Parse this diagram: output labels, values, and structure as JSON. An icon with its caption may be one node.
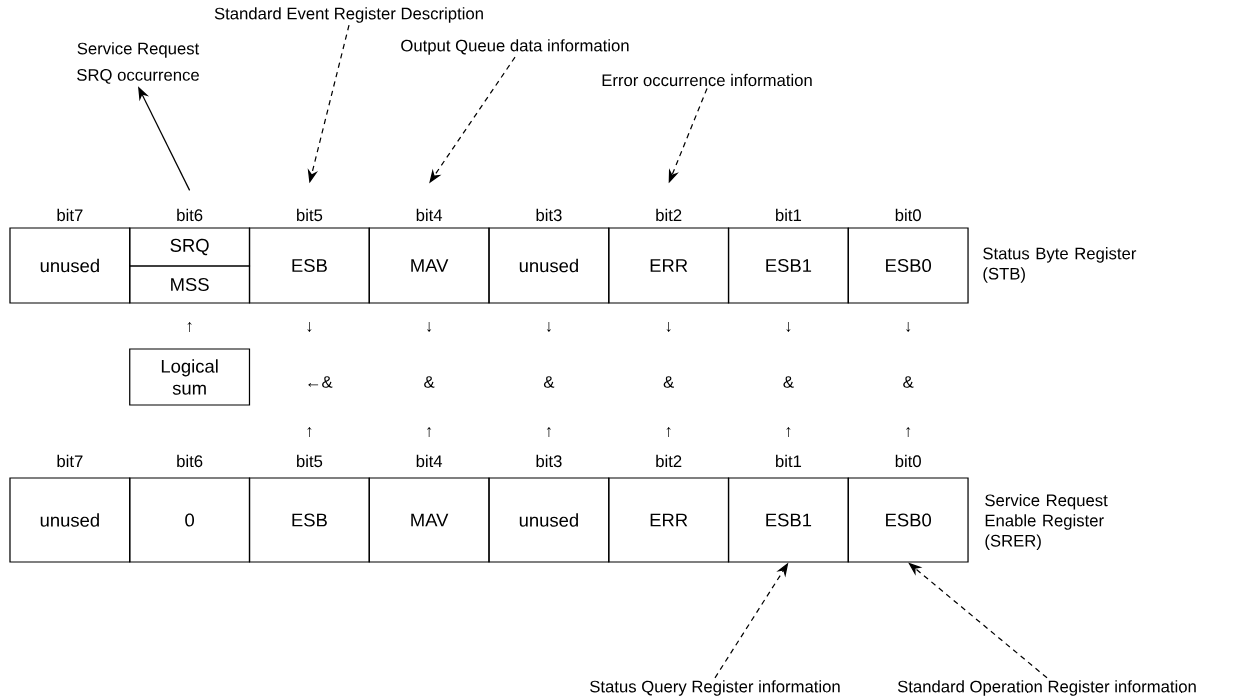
{
  "diagram": {
    "nodes": [
      {
        "text": [
          "unused"
        ]
      },
      {
        "text": [
          "SRQ"
        ]
      },
      {
        "text": [
          "MSS"
        ]
      },
      {
        "text": [
          "ESB"
        ]
      },
      {
        "text": [
          "MAV"
        ]
      },
      {
        "text": [
          "unused"
        ]
      },
      {
        "text": [
          "ERR"
        ]
      },
      {
        "text": [
          "ESB1"
        ]
      },
      {
        "text": [
          "ESB0"
        ]
      },
      {
        "text": [
          "Service Request",
          "SRQ occurrence"
        ]
      },
      {
        "text": [
          "Standard Event Register Description"
        ]
      },
      {
        "text": [
          "Output Queue data information"
        ]
      },
      {
        "text": [
          "Error occurrence information"
        ]
      },
      {
        "text": [
          "Logical sum"
        ]
      },
      {
        "text": [
          "unused"
        ]
      },
      {
        "text": [
          "0"
        ]
      },
      {
        "text": [
          "ESB"
        ]
      },
      {
        "text": [
          "MAV"
        ]
      },
      {
        "text": [
          "unused"
        ]
      },
      {
        "text": [
          "ERR"
        ]
      },
      {
        "text": [
          "ESB1"
        ]
      },
      {
        "text": [
          "ESB0"
        ]
      },
      {
        "text": [
          "Status Query Register information"
        ]
      },
      {
        "text": [
          "Standard Operation Register information"
        ]
      }
    ],
    "edges": [
      {
        "from": 1,
        "to": 9,
        "arrow": "to"
      },
      {
        "from": 10,
        "to": 3,
        "arrow": "to",
        "style": "dashed"
      },
      {
        "from": 11,
        "to": 4,
        "arrow": "to",
        "style": "dashed"
      },
      {
        "from": 12,
        "to": 6,
        "arrow": "to",
        "style": "dashed"
      },
      {
        "from": 22,
        "to": 20,
        "arrow": "to",
        "style": "dashed"
      },
      {
        "from": 23,
        "to": 21,
        "arrow": "to",
        "style": "dashed"
      }
    ],
    "labels": [
      "bit7",
      "bit6",
      "bit5",
      "bit4",
      "bit3",
      "bit2",
      "bit1",
      "bit0",
      "Status Byte Register (STB)",
      "↑",
      "↓",
      "↓",
      "↓",
      "↓",
      "↓",
      "↓",
      "←&",
      "&",
      "&",
      "&",
      "&",
      "&",
      "↑",
      "↑",
      "↑",
      "↑",
      "↑",
      "↑",
      "bit7",
      "bit6",
      "bit5",
      "bit4",
      "bit3",
      "bit2",
      "bit1",
      "bit0",
      "Service Request Enable Register (SRER)"
    ]
  }
}
